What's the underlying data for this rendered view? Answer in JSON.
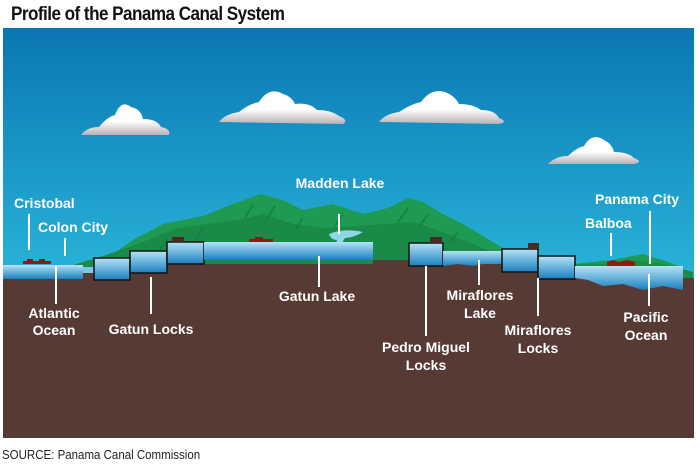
{
  "title": "Profile of the Panama Canal System",
  "source": "SOURCE: Panama Canal Commission",
  "colors": {
    "sky_top": "#0a7bb5",
    "sky_bottom": "#2bb2d8",
    "ground": "#573a33",
    "mountain": "#1f9a52",
    "mountain_dark": "#157a3e",
    "water_light": "#a9dcf3",
    "water_dark": "#1e86c4",
    "city": "#8a1a14",
    "label": "#ffffff"
  },
  "labels": {
    "cristobal": "Cristobal",
    "colon_city": "Colon City",
    "atlantic_ocean_1": "Atlantic",
    "atlantic_ocean_2": "Ocean",
    "gatun_locks": "Gatun Locks",
    "madden_lake": "Madden Lake",
    "gatun_lake": "Gatun Lake",
    "pedro_miguel_1": "Pedro Miguel",
    "pedro_miguel_2": "Locks",
    "miraflores_lake_1": "Miraflores",
    "miraflores_lake_2": "Lake",
    "miraflores_locks_1": "Miraflores",
    "miraflores_locks_2": "Locks",
    "balboa": "Balboa",
    "panama_city": "Panama City",
    "pacific_ocean_1": "Pacific",
    "pacific_ocean_2": "Ocean"
  }
}
